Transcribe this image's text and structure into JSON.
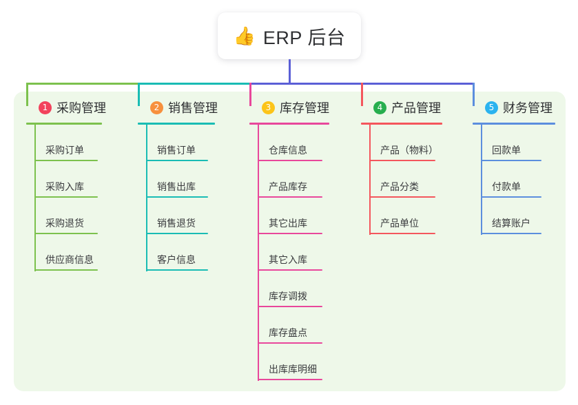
{
  "diagram": {
    "type": "mind-map",
    "background": "#ffffff",
    "panel_color": "#eef8e9",
    "root": {
      "icon": "thumbs-up-icon",
      "emoji": "👍",
      "title": "ERP 后台"
    },
    "trunk_color": "#5b5fd6",
    "columns": [
      {
        "index": "1",
        "badge_label": "1",
        "badge_color": "#f2425c",
        "line_color": "#7cc14d",
        "title": "采购管理",
        "items": [
          "采购订单",
          "采购入库",
          "采购退货",
          "供应商信息"
        ]
      },
      {
        "index": "2",
        "badge_label": "2",
        "badge_color": "#f7903d",
        "line_color": "#19bcb4",
        "title": "销售管理",
        "items": [
          "销售订单",
          "销售出库",
          "销售退货",
          "客户信息"
        ]
      },
      {
        "index": "3",
        "badge_label": "3",
        "badge_color": "#fcc419",
        "line_color": "#e8479b",
        "title": "库存管理",
        "items": [
          "仓库信息",
          "产品库存",
          "其它出库",
          "其它入库",
          "库存调拨",
          "库存盘点",
          "出库库明细"
        ]
      },
      {
        "index": "4",
        "badge_label": "4",
        "badge_color": "#27ae4e",
        "line_color": "#f4565c",
        "title": "产品管理",
        "items": [
          "产品（物料）",
          "产品分类",
          "产品单位"
        ]
      },
      {
        "index": "5",
        "badge_label": "5",
        "badge_color": "#2bb3ef",
        "line_color": "#5b8ede",
        "title": "财务管理",
        "items": [
          "回款单",
          "付款单",
          "结算账户"
        ]
      }
    ]
  }
}
